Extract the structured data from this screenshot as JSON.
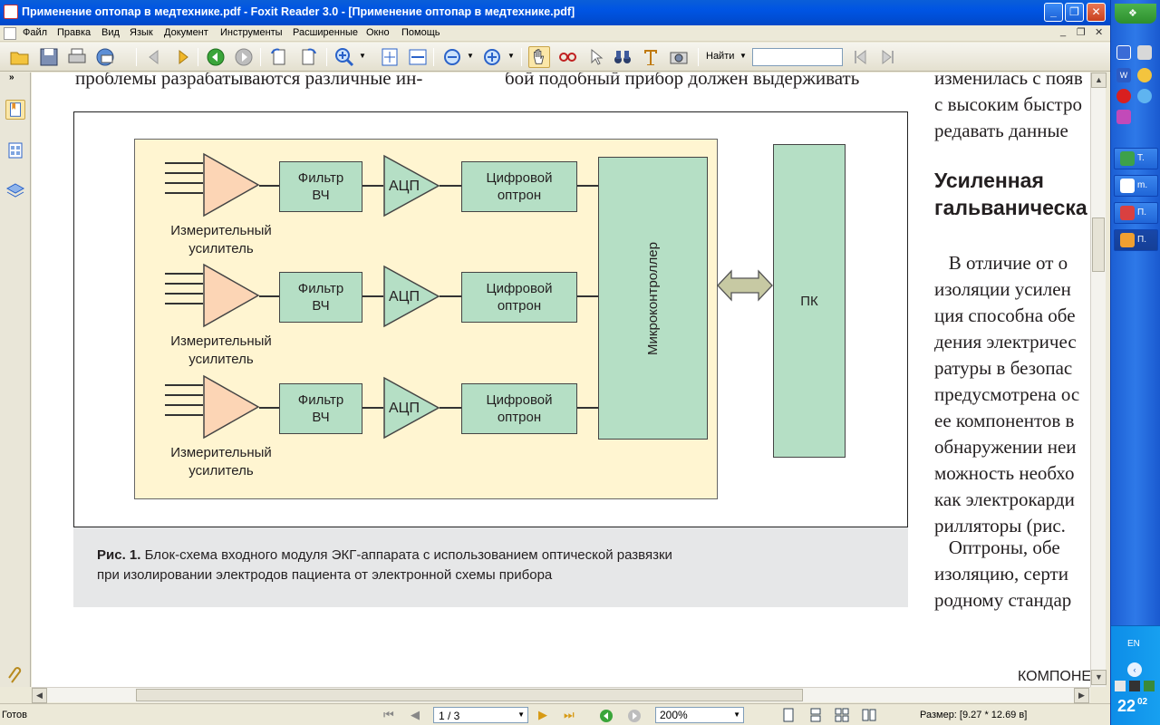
{
  "window": {
    "title": "Применение оптопар в медтехнике.pdf - Foxit Reader 3.0 - [Применение оптопар в медтехнике.pdf]",
    "min_label": "_",
    "restore_label": "❐",
    "close_label": "✕"
  },
  "menu": {
    "items": [
      "Файл",
      "Правка",
      "Вид",
      "Язык",
      "Документ",
      "Инструменты",
      "Расширенные",
      "Окно",
      "Помощь"
    ],
    "mdi_min": "_",
    "mdi_restore": "❐",
    "mdi_close": "✕"
  },
  "toolbar": {
    "find_label": "Найти",
    "find_value": ""
  },
  "document": {
    "top_left_text": "проблемы разрабатываются различные ин-",
    "top_mid_text": "бой подобный прибор должен выдерживать",
    "right_col_top": [
      "изменилась с появ",
      "с высоким быстро",
      "редавать данные "
    ],
    "right_heading": [
      "Усиленная",
      "гальваническа"
    ],
    "right_col_body": [
      "   В отличие от о",
      "изоляции усилен",
      "ция способна обе",
      "дения электричес",
      "ратуры в безопас",
      "предусмотрена ос",
      "ее компонентов в",
      "обнаружении неи",
      "можность необхо",
      "как электрокарди",
      "рилляторы (рис. ",
      "   Оптроны, обе",
      "изоляцию, серти",
      "родному стандар"
    ],
    "bottom_right_text": "КОМПОНЕНТ",
    "figure": {
      "amp_label_line1": "Измерительный",
      "amp_label_line2": "усилитель",
      "filter_line1": "Фильтр",
      "filter_line2": "ВЧ",
      "adc_label": "АЦП",
      "optron_line1": "Цифровой",
      "optron_line2": "оптрон",
      "mcu_label": "Микроконтроллер",
      "pc_label": "ПК"
    },
    "caption": {
      "bold": "Рис. 1.",
      "line1": " Блок-схема входного модуля ЭКГ-аппарата с использованием оптической развязки",
      "line2": "при изолировании электродов пациента от электронной схемы прибора"
    }
  },
  "statusbar": {
    "ready": "Готов",
    "page_value": "1 / 3",
    "zoom_value": "200%",
    "size_text": "Размер: [9.27 * 12.69 в]"
  },
  "taskbar": {
    "tasks": [
      "T.",
      "m.",
      "П.",
      "П."
    ],
    "lang": "EN",
    "clock": "22",
    "clock_min": "02"
  },
  "colors": {
    "title_blue": "#0054e3",
    "figure_yellow": "#fff5d1",
    "block_green": "#b5dfc5",
    "amp_orange": "#fcd5b5",
    "caption_gray": "#e6e7e8"
  }
}
